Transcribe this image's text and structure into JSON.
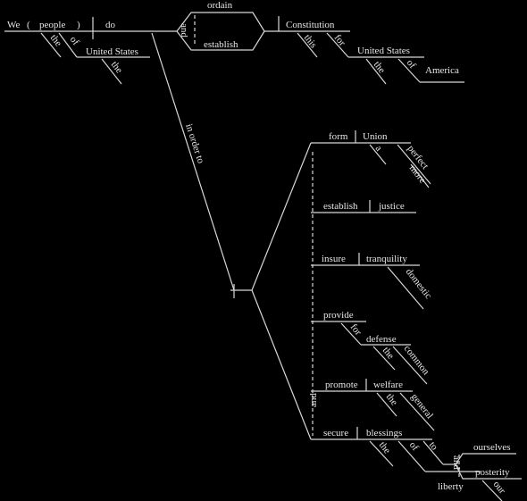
{
  "subject": {
    "head": "We",
    "appositive": "people",
    "paren_open": "(",
    "paren_close": ")",
    "the": "the",
    "of": "of",
    "united_states": "United States",
    "the2": "the"
  },
  "verb": {
    "aux": "do",
    "conj": "and",
    "ordain": "ordain",
    "establish": "establish"
  },
  "object": {
    "head": "Constitution",
    "this": "this",
    "for": "for",
    "united_states": "United States",
    "the": "the",
    "of": "of",
    "america": "America"
  },
  "purpose": {
    "phrase": "in order to",
    "conj": "and"
  },
  "infinitives": {
    "form": "form",
    "union": "Union",
    "a": "a",
    "perfect": "perfect",
    "more": "more",
    "establish": "establish",
    "justice": "justice",
    "insure": "insure",
    "tranquility": "tranquility",
    "domestic": "domestic",
    "provide": "provide",
    "for": "for",
    "defense": "defense",
    "the": "the",
    "common": "common",
    "promote": "promote",
    "welfare": "welfare",
    "the2": "the",
    "general": "general",
    "secure": "secure",
    "blessings": "blessings",
    "the3": "the",
    "of": "of",
    "liberty": "liberty",
    "to": "to",
    "and": "and",
    "ourselves": "ourselves",
    "posterity": "posterity",
    "our": "our"
  }
}
